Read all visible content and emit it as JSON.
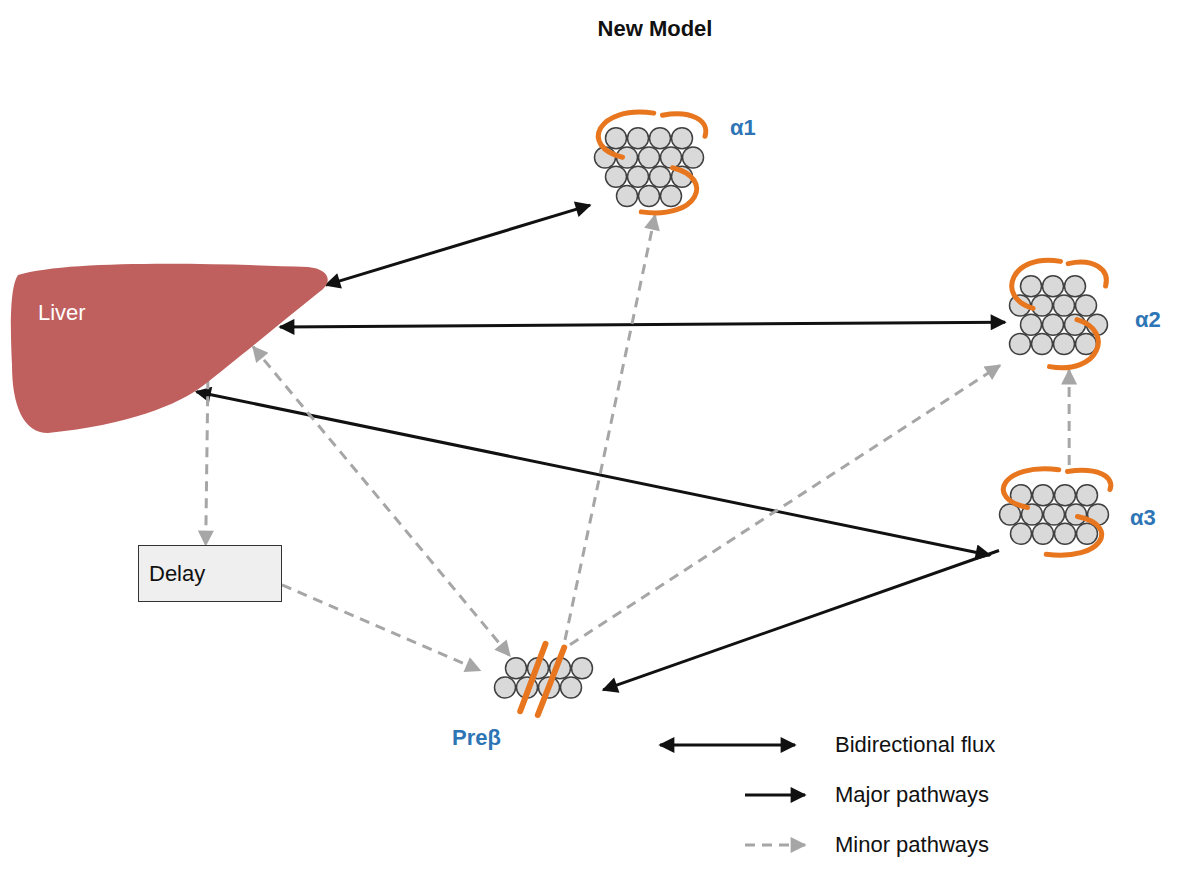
{
  "diagram": {
    "title": "New Model",
    "nodes": [
      {
        "text": [
          "Liver"
        ]
      },
      {
        "text": [
          "α1"
        ]
      },
      {
        "text": [
          "α2"
        ]
      },
      {
        "text": [
          "α3"
        ]
      },
      {
        "text": [
          "Delay"
        ]
      },
      {
        "text": [
          "Preβ"
        ]
      }
    ],
    "edges": [
      {
        "from": 0,
        "to": 1,
        "arrow": "both"
      },
      {
        "from": 0,
        "to": 2,
        "arrow": "both"
      },
      {
        "from": 0,
        "to": 3,
        "arrow": "both"
      },
      {
        "from": 3,
        "to": 5,
        "arrow": "to"
      },
      {
        "from": 0,
        "to": 4,
        "arrow": "to"
      },
      {
        "from": 4,
        "to": 5,
        "arrow": "to"
      },
      {
        "from": 0,
        "to": 5,
        "arrow": "both"
      },
      {
        "from": 5,
        "to": 1,
        "arrow": "to"
      },
      {
        "from": 5,
        "to": 2,
        "arrow": "to"
      },
      {
        "from": 3,
        "to": 2,
        "arrow": "to"
      }
    ],
    "legend": [
      {
        "text": "Bidirectional flux"
      },
      {
        "text": "Major pathways"
      },
      {
        "text": "Minor pathways"
      }
    ]
  }
}
